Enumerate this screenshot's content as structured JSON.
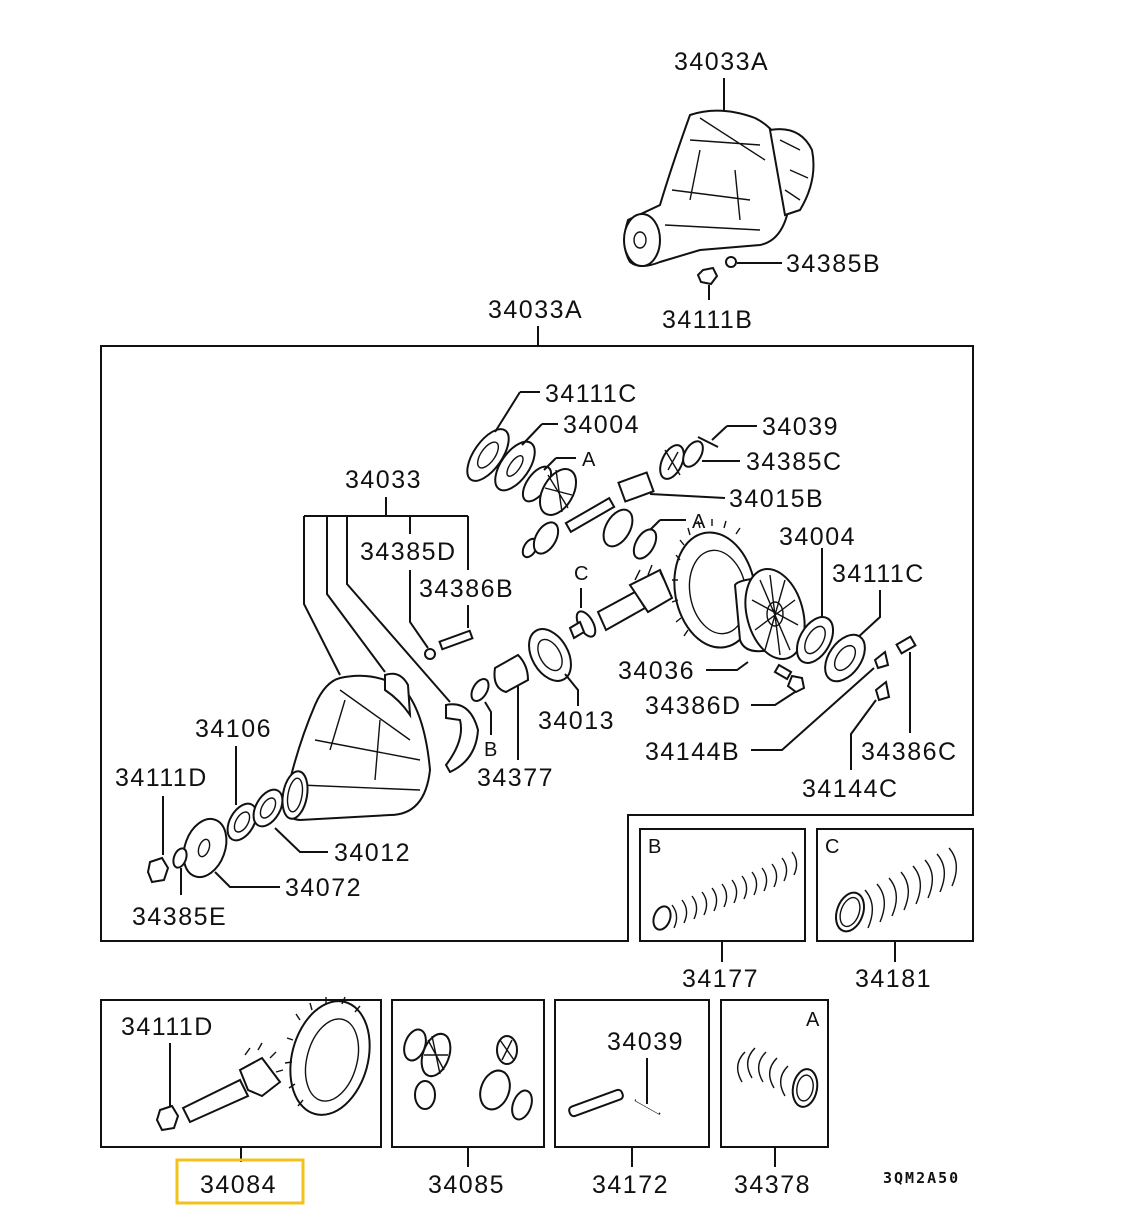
{
  "diagram": {
    "title": "Differential assembly parts diagram",
    "highlight_color": "#f2c21b",
    "drawing_code": "3QM2A50",
    "top_assembly": {
      "label": "34033A",
      "callouts": {
        "nut_washer": "34385B",
        "nut": "34111B"
      }
    },
    "main_box": {
      "label": "34033A",
      "callouts": {
        "bearing_outer_1": "34111C",
        "bearing_1": "34004",
        "ref_a_1": "A",
        "pin": "34039",
        "washer_c": "34385C",
        "block": "34015B",
        "ref_a_2": "A",
        "carrier": "34033",
        "washer_d": "34385D",
        "bolt_b": "34386B",
        "ref_c": "C",
        "bearing_2": "34004",
        "bearing_outer_2": "34111C",
        "case": "34036",
        "bolt_d": "34386D",
        "bearing_pinion": "34013",
        "lock_b": "34144B",
        "bolt_c": "34386C",
        "lock_c": "34144C",
        "ref_b": "B",
        "spacer": "34377",
        "oil_seal": "34106",
        "nut_d": "34111D",
        "bearing_front": "34012",
        "flange": "34072",
        "washer_e": "34385E"
      }
    },
    "shim_boxes": [
      {
        "tag": "B",
        "label": "34177"
      },
      {
        "tag": "C",
        "label": "34181"
      }
    ],
    "kit_boxes": [
      {
        "label": "34084",
        "inner_label": "34111D",
        "highlighted": true
      },
      {
        "label": "34085"
      },
      {
        "label": "34172",
        "inner_label": "34039"
      },
      {
        "label": "34378",
        "tag": "A"
      }
    ]
  }
}
